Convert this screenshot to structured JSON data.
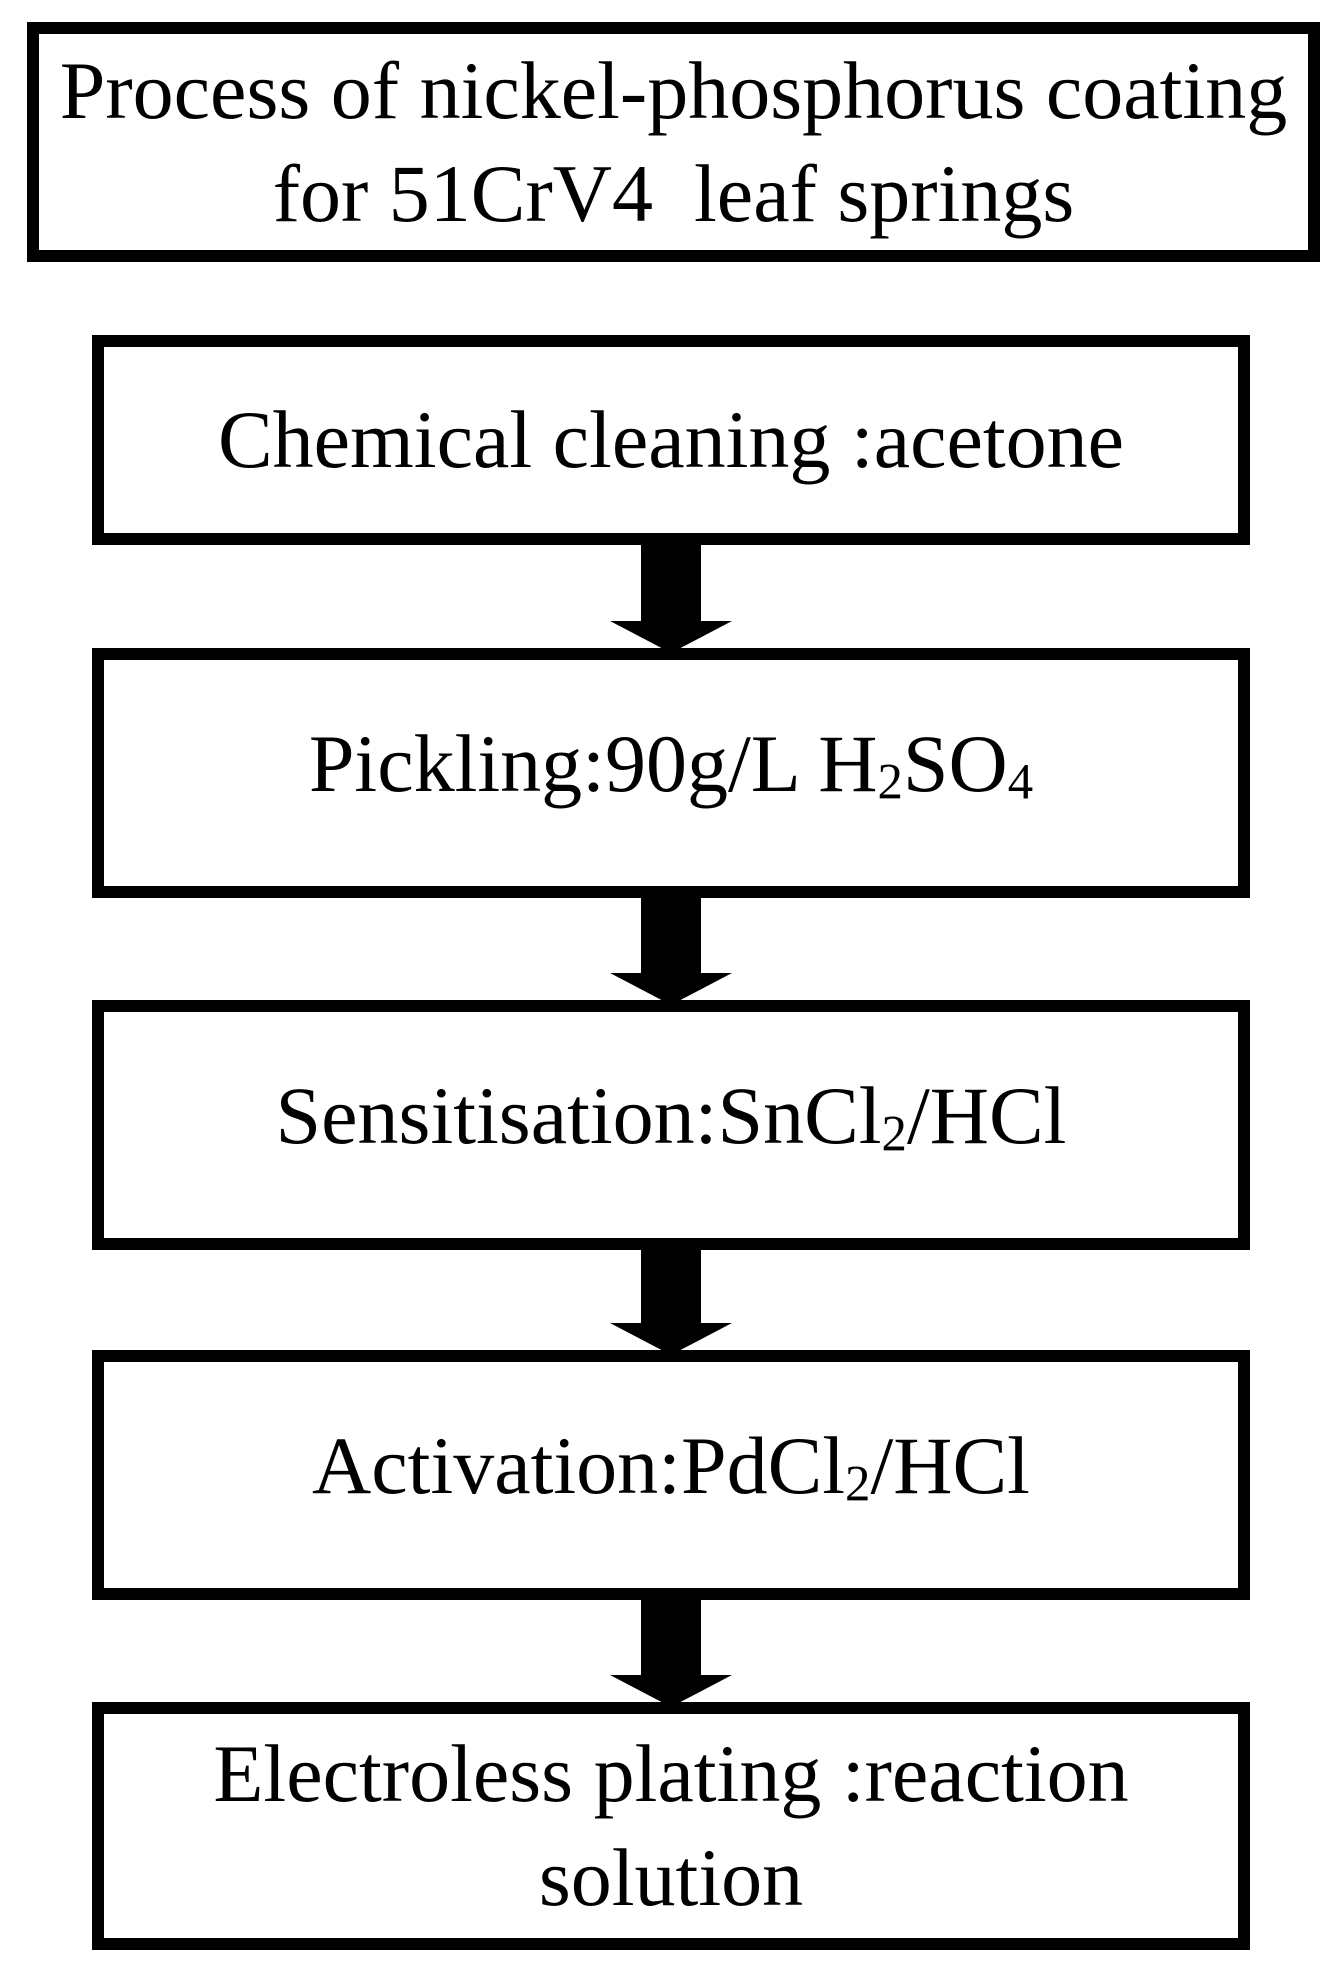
{
  "title": {
    "lines": [
      "Process of nickel-phosphorus coating",
      "for 51CrV4  leaf springs"
    ]
  },
  "steps": [
    {
      "name": "chemical-cleaning",
      "label": "Chemical cleaning :acetone",
      "parts": [
        {
          "t": "Chemical cleaning :acetone"
        }
      ]
    },
    {
      "name": "pickling",
      "label": "Pickling:90g/L H2SO4",
      "parts": [
        {
          "t": "Pickling:90g/L H"
        },
        {
          "t": "2",
          "sub": true
        },
        {
          "t": "SO"
        },
        {
          "t": "4",
          "sub": true
        }
      ]
    },
    {
      "name": "sensitisation",
      "label": "Sensitisation:SnCl2/HCl",
      "parts": [
        {
          "t": "Sensitisation:SnCl"
        },
        {
          "t": "2",
          "sub": true
        },
        {
          "t": "/HCl"
        }
      ]
    },
    {
      "name": "activation",
      "label": "Activation:PdCl2/HCl",
      "parts": [
        {
          "t": "Activation:PdCl"
        },
        {
          "t": "2",
          "sub": true
        },
        {
          "t": "/HCl"
        }
      ]
    },
    {
      "name": "electroless-plating",
      "label": "Electroless plating :reaction solution",
      "parts": [
        {
          "t": "Electroless plating :reaction solution"
        }
      ]
    }
  ],
  "arrows": [
    "down",
    "down",
    "down",
    "down"
  ],
  "colors": {
    "ink": "#000000",
    "paper": "#ffffff"
  }
}
